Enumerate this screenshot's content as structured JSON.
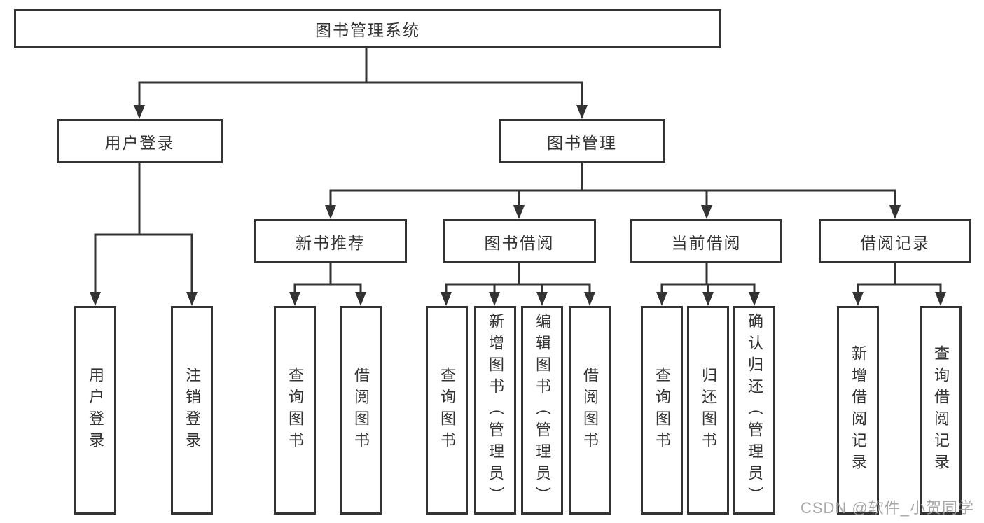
{
  "diagram": {
    "type": "feature-tree",
    "colors": {
      "line": "#333333",
      "text": "#333333",
      "background": "#ffffff"
    },
    "tree": {
      "label": "图书管理系统",
      "children": [
        {
          "label": "用户登录",
          "children": [
            {
              "label": "用户登录"
            },
            {
              "label": "注销登录"
            }
          ]
        },
        {
          "label": "图书管理",
          "children": [
            {
              "label": "新书推荐",
              "children": [
                {
                  "label": "查询图书"
                },
                {
                  "label": "借阅图书"
                }
              ]
            },
            {
              "label": "图书借阅",
              "children": [
                {
                  "label": "查询图书"
                },
                {
                  "label": "新增图书（管理员）"
                },
                {
                  "label": "编辑图书（管理员）"
                },
                {
                  "label": "借阅图书"
                }
              ]
            },
            {
              "label": "当前借阅",
              "children": [
                {
                  "label": "查询图书"
                },
                {
                  "label": "归还图书"
                },
                {
                  "label": "确认归还（管理员）"
                }
              ]
            },
            {
              "label": "借阅记录",
              "children": [
                {
                  "label": "新增借阅记录"
                },
                {
                  "label": "查询借阅记录"
                }
              ]
            }
          ]
        }
      ]
    }
  },
  "watermark": "CSDN @软件_小贺同学"
}
